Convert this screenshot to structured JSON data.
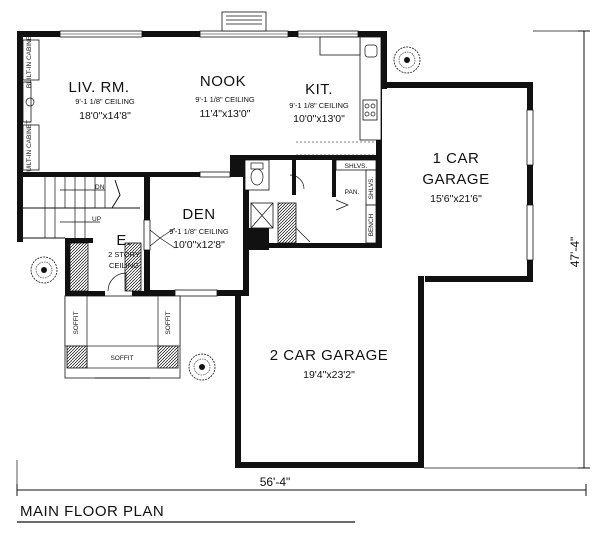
{
  "rooms": {
    "living": {
      "name": "LIV. RM.",
      "ceiling": "9'-1 1/8\" CEILING",
      "size": "18'0\"x14'8\""
    },
    "nook": {
      "name": "NOOK",
      "ceiling": "9'-1 1/8\" CEILING",
      "size": "11'4\"x13'0\""
    },
    "kitchen": {
      "name": "KIT.",
      "ceiling": "9'-1 1/8\" CEILING",
      "size": "10'0\"x13'0\""
    },
    "den": {
      "name": "DEN",
      "ceiling": "9'-1 1/8\" CEILING",
      "size": "10'0\"x12'8\""
    },
    "entry": {
      "name": "E.",
      "note1": "2 STORY",
      "note2": "CEILING"
    },
    "garage1": {
      "name1": "1 CAR",
      "name2": "GARAGE",
      "size": "15'6\"x21'6\""
    },
    "garage2": {
      "name": "2 CAR GARAGE",
      "size": "19'4\"x23'2\""
    }
  },
  "labels": {
    "builtin_cabinet": "BUILT-IN CABINET",
    "shelves": "SHLVS.",
    "pantry": "PAN.",
    "bench": "BENCH",
    "soffit": "SOFFIT",
    "stair_down": "DN",
    "stair_up": "UP"
  },
  "dimensions": {
    "width": "56'-4\"",
    "depth": "47'-4\""
  },
  "title": "MAIN FLOOR PLAN"
}
